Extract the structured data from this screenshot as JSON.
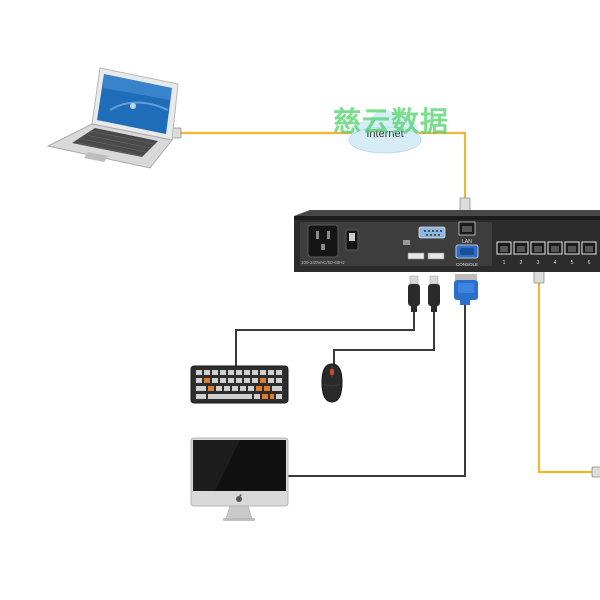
{
  "diagram": {
    "cloud": {
      "label": "Internet"
    },
    "watermark": {
      "text": "慈云数据"
    },
    "kvm_switch": {
      "power_label": "100-240VAC/50-60Hz",
      "lan_label": "LAN",
      "console_label": "CONSOLE",
      "port_numbers": [
        "1",
        "2",
        "3",
        "4",
        "5",
        "6"
      ]
    },
    "devices": {
      "laptop": "laptop-icon",
      "keyboard": "keyboard-icon",
      "mouse": "mouse-icon",
      "monitor": "imac-monitor-icon"
    },
    "colors": {
      "network_cable": "#f2b632",
      "console_cable": "#333333",
      "switch_body": "#2c2c2c",
      "watermark": "#4fd36a",
      "cloud": "#d6ecf7",
      "vga_blue": "#2a6fc9"
    }
  }
}
